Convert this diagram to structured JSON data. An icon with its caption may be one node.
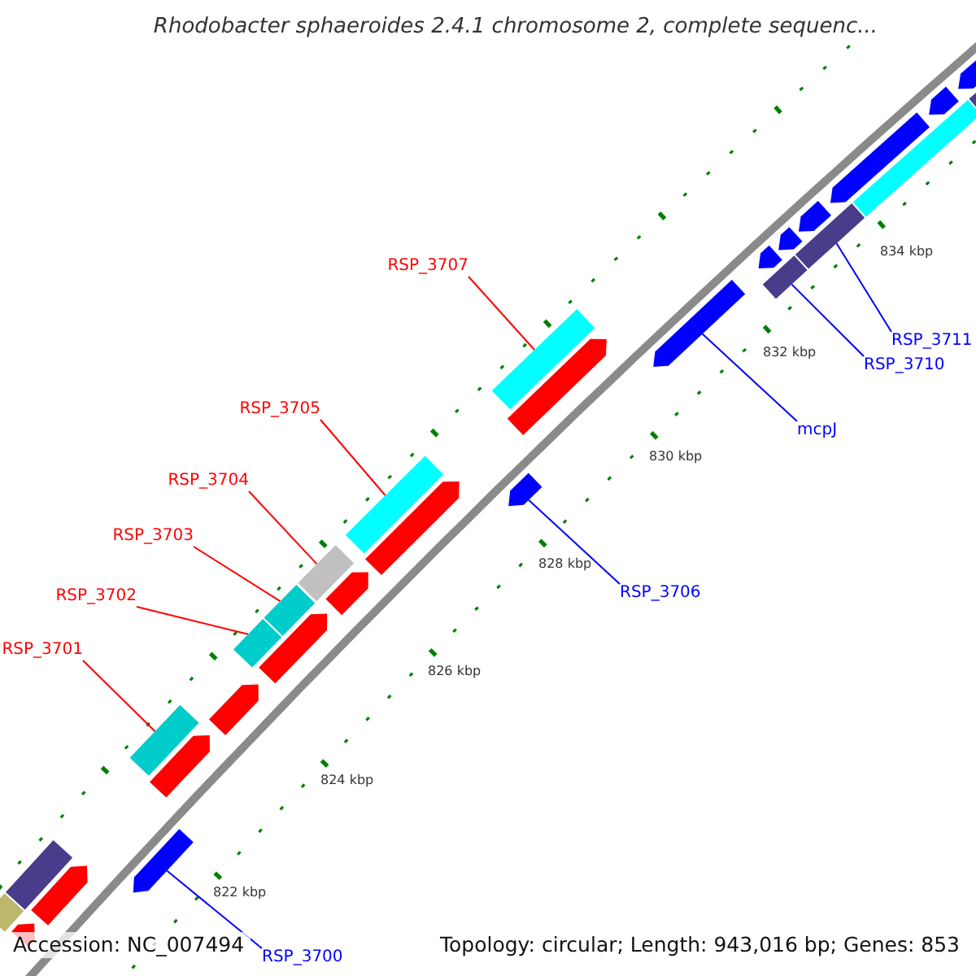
{
  "diagram": {
    "title": "Rhodobacter sphaeroides 2.4.1 chromosome 2, complete sequenc...",
    "nodes": [
      {
        "text": [
          "RSP_3707"
        ]
      },
      {
        "text": [
          "RSP_3711"
        ]
      },
      {
        "text": [
          "RSP_3710"
        ]
      },
      {
        "text": [
          "RSP_3705"
        ]
      },
      {
        "text": [
          "mcpJ"
        ]
      },
      {
        "text": [
          "RSP_3704"
        ]
      },
      {
        "text": [
          "RSP_3703"
        ]
      },
      {
        "text": [
          "RSP_3706"
        ]
      },
      {
        "text": [
          "RSP_3702"
        ]
      },
      {
        "text": [
          "RSP_3701"
        ]
      },
      {
        "text": [
          "RSP_3700"
        ]
      },
      {
        "text": [],
        "shape": "bar"
      },
      {
        "text": [],
        "shape": "bar"
      },
      {
        "text": [],
        "shape": "bar"
      },
      {
        "text": [],
        "shape": "bar"
      },
      {
        "text": [],
        "shape": "arrow"
      },
      {
        "text": [],
        "shape": "bar"
      },
      {
        "text": [],
        "shape": "bar"
      },
      {
        "text": [],
        "shape": "arrow"
      },
      {
        "text": [],
        "shape": "bar"
      },
      {
        "text": [],
        "shape": "bar"
      },
      {
        "text": [],
        "shape": "arrow"
      },
      {
        "text": [],
        "shape": "bar"
      },
      {
        "text": [],
        "shape": "bar"
      },
      {
        "text": [],
        "shape": "arrow"
      },
      {
        "text": [],
        "shape": "arrow"
      },
      {
        "text": [],
        "shape": "arrow"
      },
      {
        "text": [],
        "shape": "arrow"
      },
      {
        "text": [],
        "shape": "arrow"
      },
      {
        "text": [],
        "shape": "arrow"
      },
      {
        "text": [],
        "shape": "arrow"
      },
      {
        "text": [],
        "shape": "arrow"
      },
      {
        "text": [],
        "shape": "arrow"
      },
      {
        "text": [],
        "shape": "arrow"
      },
      {
        "text": [],
        "shape": "arrow"
      },
      {
        "text": [],
        "shape": "arrow"
      },
      {
        "text": [],
        "shape": "arrow"
      },
      {
        "text": [],
        "shape": "arrow"
      },
      {
        "text": [],
        "shape": "bar"
      },
      {
        "text": [],
        "shape": "bar"
      }
    ],
    "edges": [
      {
        "from": 0,
        "to": 11,
        "arrow": "none"
      },
      {
        "from": 1,
        "to": 12,
        "arrow": "none",
        "color": "#0000ff"
      },
      {
        "from": 2,
        "to": 13,
        "arrow": "none",
        "color": "#0000ff"
      },
      {
        "from": 3,
        "to": 14,
        "arrow": "none"
      },
      {
        "from": 4,
        "to": 15,
        "arrow": "none",
        "color": "#0000ff"
      },
      {
        "from": 5,
        "to": 16,
        "arrow": "none"
      },
      {
        "from": 6,
        "to": 17,
        "arrow": "none"
      },
      {
        "from": 7,
        "to": 18,
        "arrow": "none",
        "color": "#0000ff"
      },
      {
        "from": 8,
        "to": 19,
        "arrow": "none"
      },
      {
        "from": 9,
        "to": 20,
        "arrow": "none"
      },
      {
        "from": 10,
        "to": 21,
        "arrow": "none",
        "color": "#0000ff"
      }
    ],
    "labels": [
      "834 kbp",
      "832 kbp",
      "830 kbp",
      "828 kbp",
      "826 kbp",
      "824 kbp",
      "822 kbp",
      "Accession: NC_007494",
      "Topology: circular; Length: 943,016 bp; Genes: 853"
    ]
  }
}
